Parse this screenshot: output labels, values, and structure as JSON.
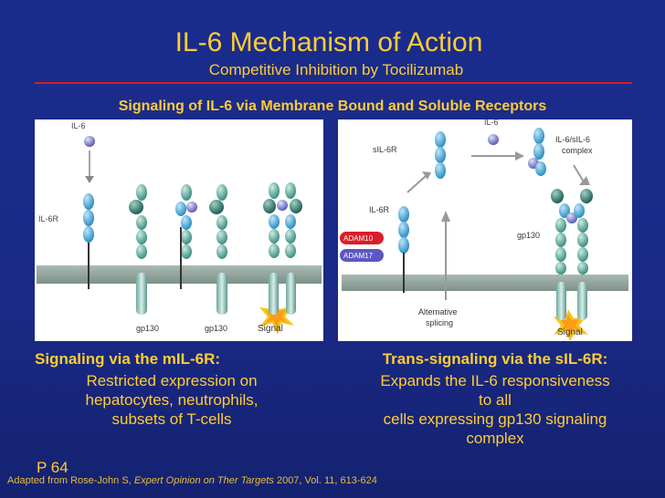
{
  "header": {
    "title": "IL-6 Mechanism of Action",
    "subtitle": "Competitive Inhibition by Tocilizumab",
    "section_heading": "Signaling of IL-6 via Membrane Bound and Soluble Receptors"
  },
  "left_figure": {
    "labels": {
      "il6": "IL-6",
      "il6r": "IL-6R",
      "gp130_a": "gp130",
      "gp130_b": "gp130",
      "signal": "Signal"
    }
  },
  "right_figure": {
    "labels": {
      "il6": "IL-6",
      "sil6r": "sIL-6R",
      "complex_line1": "IL-6/sIL-6",
      "complex_line2": "complex",
      "il6r": "IL-6R",
      "adam10": "ADAM10",
      "adam17": "ADAM17",
      "gp130": "gp130",
      "alt_line1": "Alternative",
      "alt_line2": "splicing",
      "signal": "Signal"
    }
  },
  "captions": {
    "left_heading": "Signaling via the mIL-6R:",
    "left_lines": [
      "Restricted expression on",
      "hepatocytes, neutrophils,",
      "subsets of T-cells"
    ],
    "right_heading": "Trans-signaling via the sIL-6R:",
    "right_lines": [
      "Expands the IL-6 responsiveness",
      "to all",
      "cells expressing gp130 signaling",
      "complex"
    ]
  },
  "footer": {
    "page_number": "P 64",
    "citation_prefix": "Adapted from Rose-John S,",
    "citation_journal": "Expert Opinion on Ther Targets",
    "citation_suffix": "2007, Vol. 11, 613-624"
  },
  "colors": {
    "background": "#1a2c8c",
    "title": "#ffcc33",
    "rule": "#d42020",
    "membrane": "#8fa39a",
    "receptor_blue": "#3fa9d8",
    "gp130_teal": "#5fa89a",
    "adam10": "#d91e2a",
    "adam17": "#5b58c4"
  }
}
